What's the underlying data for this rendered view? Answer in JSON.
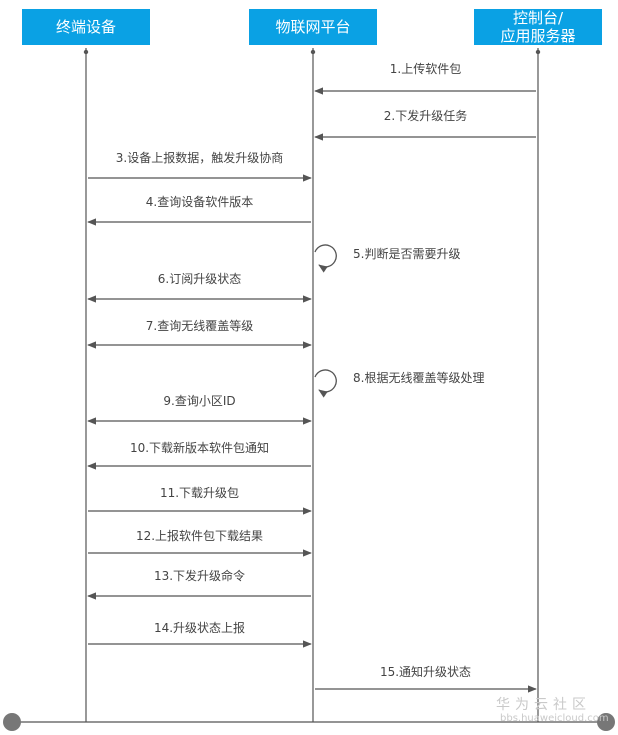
{
  "actors": [
    {
      "label": "终端设备"
    },
    {
      "label": "物联网平台"
    },
    {
      "label": "控制台/\n应用服务器"
    }
  ],
  "messages": [
    {
      "label": "1.上传软件包",
      "from": 2,
      "to": 1,
      "kind": "arrow"
    },
    {
      "label": "2.下发升级任务",
      "from": 2,
      "to": 1,
      "kind": "arrow"
    },
    {
      "label": "3.设备上报数据，触发升级协商",
      "from": 0,
      "to": 1,
      "kind": "arrow"
    },
    {
      "label": "4.查询设备软件版本",
      "from": 1,
      "to": 0,
      "kind": "arrow"
    },
    {
      "label": "5.判断是否需要升级",
      "from": 1,
      "to": 1,
      "kind": "self"
    },
    {
      "label": "6.订阅升级状态",
      "from": 0,
      "to": 1,
      "kind": "double"
    },
    {
      "label": "7.查询无线覆盖等级",
      "from": 0,
      "to": 1,
      "kind": "double"
    },
    {
      "label": "8.根据无线覆盖等级处理",
      "from": 1,
      "to": 1,
      "kind": "self"
    },
    {
      "label": "9.查询小区ID",
      "from": 0,
      "to": 1,
      "kind": "double"
    },
    {
      "label": "10.下载新版本软件包通知",
      "from": 1,
      "to": 0,
      "kind": "arrow"
    },
    {
      "label": "11.下载升级包",
      "from": 0,
      "to": 1,
      "kind": "arrow"
    },
    {
      "label": "12.上报软件包下载结果",
      "from": 0,
      "to": 1,
      "kind": "arrow"
    },
    {
      "label": "13.下发升级命令",
      "from": 1,
      "to": 0,
      "kind": "arrow"
    },
    {
      "label": "14.升级状态上报",
      "from": 0,
      "to": 1,
      "kind": "arrow"
    },
    {
      "label": "15.通知升级状态",
      "from": 1,
      "to": 2,
      "kind": "arrow"
    }
  ],
  "watermark": {
    "title": "华为云社区",
    "url": "bbs.huaweicloud.com"
  },
  "colors": {
    "actor_fill": "#0aa1e4",
    "actor_text": "#ffffff",
    "line": "#555555",
    "timeline_end": "#777777"
  }
}
